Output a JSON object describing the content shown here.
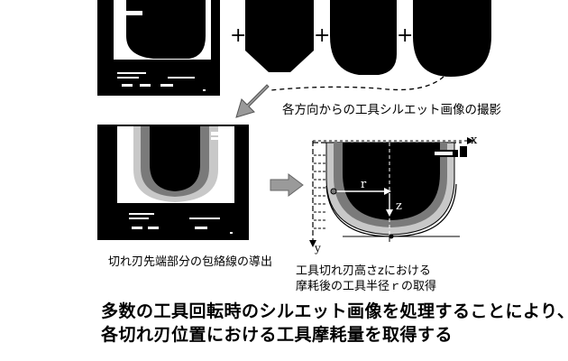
{
  "captions": {
    "top": "各方向からの工具シルエット画像の撮影",
    "envelope": "切れ刃先端部分の包絡線の導出",
    "radius_line1": "工具切れ刃高さzにおける",
    "radius_line2": "摩耗後の工具半径ｒの取得"
  },
  "summary": {
    "line1": "多数の工具回転時のシルエット画像を処理することにより、",
    "line2": "各切れ刃位置における工具摩耗量を取得する"
  },
  "operators": {
    "plus": "+"
  },
  "axes": {
    "x": "x",
    "y": "y",
    "r": "r",
    "z": "z"
  },
  "colors": {
    "silhouette": "#000000",
    "envelope_mid": "#7a7a7a",
    "envelope_light": "#c8c8c8",
    "arrow_gray": "#9a9a9a"
  }
}
